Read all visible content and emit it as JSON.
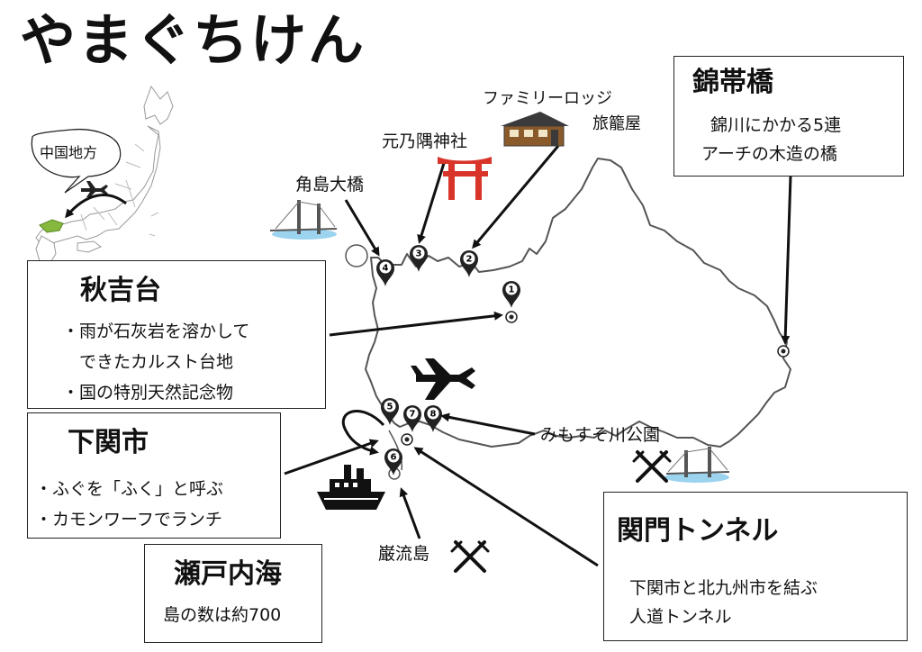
{
  "title": "やまぐちけん",
  "inset": {
    "region_label": "中国地方"
  },
  "boxes": {
    "akiyoshidai": {
      "title": "秋吉台",
      "lines": [
        "・雨が石灰岩を溶かして",
        "　できたカルスト台地",
        "・国の特別天然記念物"
      ]
    },
    "shimonoseki": {
      "title": "下関市",
      "lines": [
        "・ふぐを「ふく」と呼ぶ",
        "・カモンワーフでランチ"
      ]
    },
    "setonaikai": {
      "title": "瀬戸内海",
      "lines": [
        "島の数は約700"
      ]
    },
    "kintaikyo": {
      "title": "錦帯橋",
      "lines": [
        "錦川にかかる5連",
        "アーチの木造の橋"
      ]
    },
    "kanmon": {
      "title": "関門トンネル",
      "lines": [
        "下関市と北九州市を結ぶ",
        "人道トンネル"
      ]
    }
  },
  "labels": {
    "family_lodge": [
      "ファミリーロッジ",
      "旅籠屋"
    ],
    "motonosumi": "元乃隅神社",
    "tsunoshima": "角島大橋",
    "mimosuso": "みもすそ川公園",
    "ganryujima": "巌流島"
  },
  "pins": [
    "1",
    "2",
    "3",
    "4",
    "5",
    "6",
    "7",
    "8"
  ]
}
